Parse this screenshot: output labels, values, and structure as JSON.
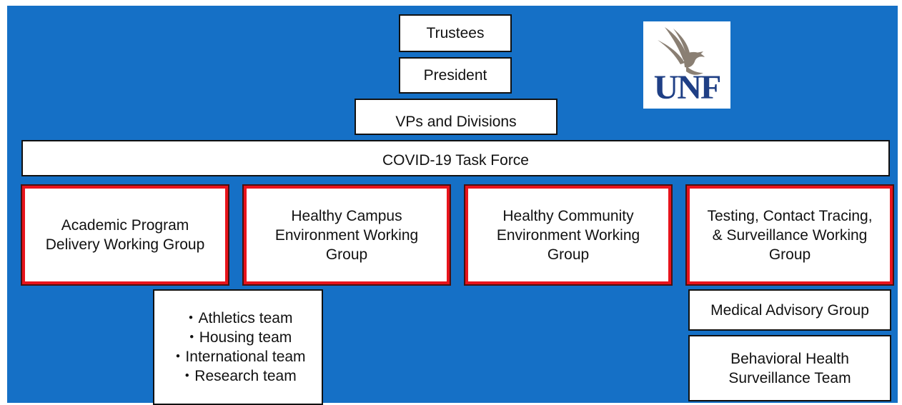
{
  "colors": {
    "background": "#1570c6",
    "box_fill": "#ffffff",
    "working_group_border": "#e8141c",
    "logo_text": "#1f3f85",
    "logo_bird": "#8a7f73"
  },
  "hierarchy": {
    "trustees": "Trustees",
    "president": "President",
    "vps": "VPs and Divisions",
    "task_force": "COVID-19 Task Force"
  },
  "working_groups": [
    "Academic Program\nDelivery Working Group",
    "Healthy Campus\nEnvironment Working\nGroup",
    "Healthy Community\nEnvironment Working\nGroup",
    "Testing, Contact Tracing,\n& Surveillance Working\nGroup"
  ],
  "teams": [
    "・Athletics team",
    "・Housing team",
    "・International team",
    "・Research team"
  ],
  "medical_advisory": "Medical Advisory Group",
  "behavioral_health": "Behavioral Health\nSurveillance Team",
  "logo": {
    "text": "UNF",
    "icon": "osprey-icon"
  }
}
